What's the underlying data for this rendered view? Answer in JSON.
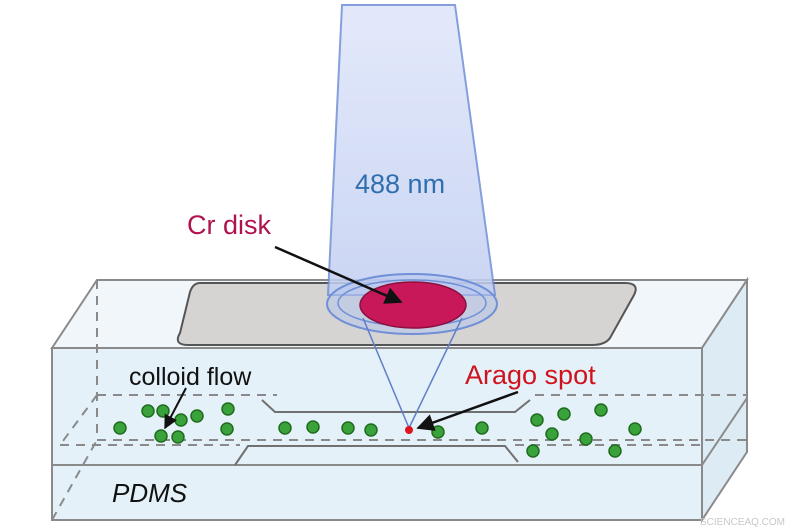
{
  "labels": {
    "wavelength": "488 nm",
    "disk": "Cr disk",
    "flow": "colloid flow",
    "spot": "Arago spot",
    "substrate": "PDMS",
    "watermark": "SCIENCEAQ.COM"
  },
  "colors": {
    "beam_fill": "#c8d4f4",
    "beam_stroke": "#6f8fd6",
    "wavelength_text": "#2f6fb0",
    "disk_fill": "#c8185a",
    "disk_text": "#b0124e",
    "spot": "#e0141e",
    "spot_text": "#d0121c",
    "chip_fill": "#e6f1f8",
    "chip_stroke": "#8a8a8a",
    "cover_fill": "#d6d3d3",
    "particle_fill": "#3aa23a",
    "particle_stroke": "#1f6b1f",
    "arrow": "#111111"
  }
}
